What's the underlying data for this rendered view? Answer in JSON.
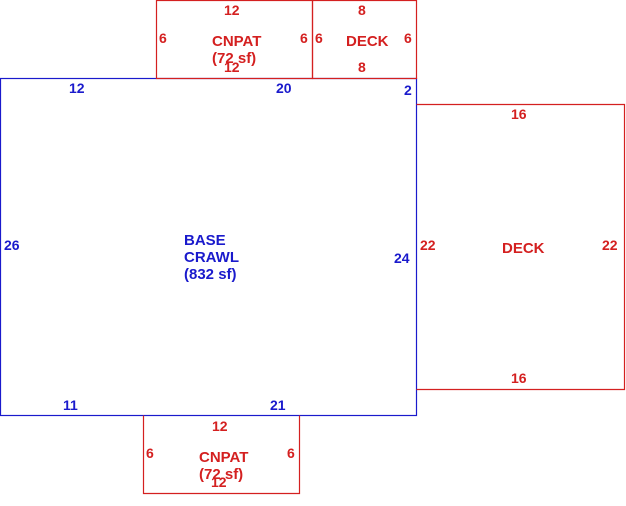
{
  "colors": {
    "base": "#1a1acc",
    "addition": "#d42020"
  },
  "base": {
    "name_line1": "BASE",
    "name_line2": "CRAWL",
    "area": "(832 sf)",
    "dims": {
      "top_left": "12",
      "top_right": "20",
      "top_notch": "2",
      "left": "26",
      "right": "24",
      "bottom_left": "11",
      "bottom_right": "21"
    }
  },
  "cnpat_top": {
    "name": "CNPAT",
    "area": "(72 sf)",
    "dims": {
      "top": "12",
      "bottom": "12",
      "left": "6",
      "right": "6"
    }
  },
  "deck_top": {
    "name": "DECK",
    "dims": {
      "top": "8",
      "bottom": "8",
      "left": "6",
      "right": "6"
    }
  },
  "deck_right": {
    "name": "DECK",
    "dims": {
      "top": "16",
      "bottom": "16",
      "left": "22",
      "right": "22"
    }
  },
  "cnpat_bottom": {
    "name": "CNPAT",
    "area": "(72 sf)",
    "dims": {
      "top": "12",
      "bottom": "12",
      "left": "6",
      "right": "6"
    }
  }
}
